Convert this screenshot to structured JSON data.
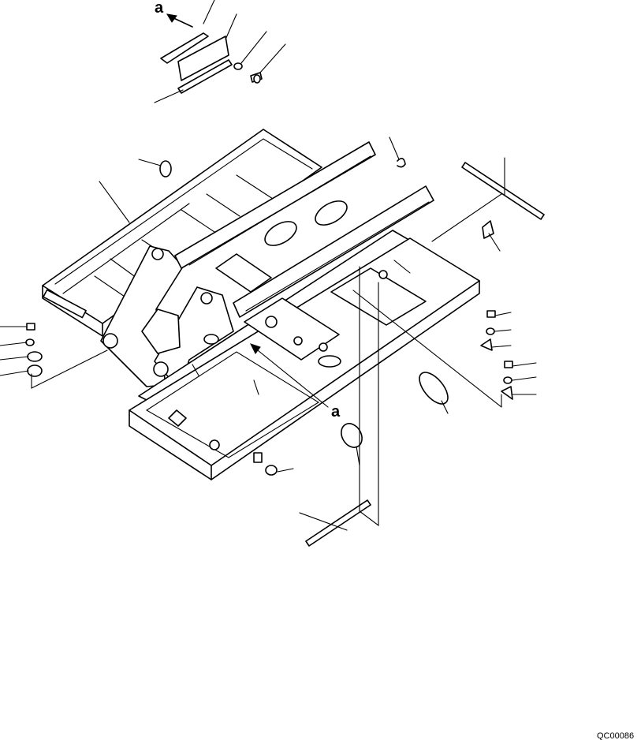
{
  "diagram": {
    "view_labels": [
      "a",
      "a"
    ],
    "drawing_code": "QC00086"
  }
}
